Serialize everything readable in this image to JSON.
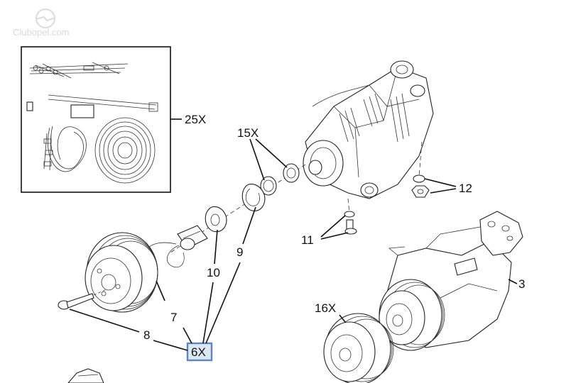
{
  "watermark": {
    "text": "Clubopel.com",
    "icon": "opel-logo-icon"
  },
  "callouts": {
    "kit": "25X",
    "seals": "15X",
    "nut": "12",
    "bolt": "11",
    "ring_9": "9",
    "ring_10": "10",
    "compressor": "3",
    "clutch_kit": "16X",
    "pulley": "7",
    "screw": "8",
    "kit_6": "6X"
  },
  "colors": {
    "highlight_box": "#5f86b8",
    "highlight_fill": "#dde8f5",
    "ink": "#111111"
  }
}
